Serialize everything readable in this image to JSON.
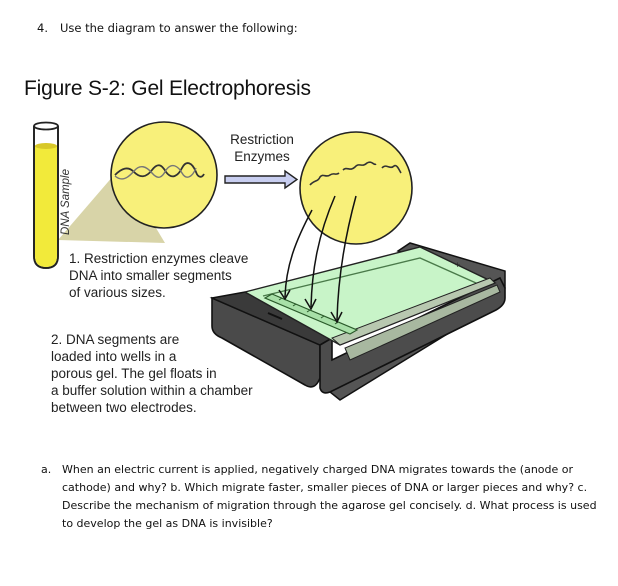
{
  "question": {
    "number": "4.",
    "prompt": "Use the diagram to answer the following:"
  },
  "figure": {
    "title": "Figure S-2: Gel Electrophoresis",
    "tube_label": "DNA Sample",
    "arrow_label_line1": "Restriction",
    "arrow_label_line2": "Enzymes",
    "step1_lines": [
      "1. Restriction enzymes cleave",
      "DNA into smaller segments",
      "of various sizes."
    ],
    "step2_lines": [
      "2. DNA segments are",
      "loaded into wells in a",
      "porous gel.  The gel floats in",
      "a buffer solution within a chamber",
      "between two electrodes."
    ],
    "colors": {
      "yellow_fill": "#f8f07a",
      "tube_yellow": "#f2ea3a",
      "cone": "#d8d4a8",
      "gel_green": "#c8f4c8",
      "chamber_dark": "#4a4a4a",
      "arrow_fill": "#c8cef0"
    }
  },
  "subquestion": {
    "label": "a.",
    "lines": [
      "When an electric current is applied, negatively charged DNA migrates towards the (anode or",
      "cathode) and why?  b. Which migrate faster, smaller pieces of DNA or larger pieces and why?  c.",
      "Describe the mechanism of migration through the agarose gel concisely. d. What process is used",
      "to develop the gel as DNA is invisible?"
    ]
  }
}
